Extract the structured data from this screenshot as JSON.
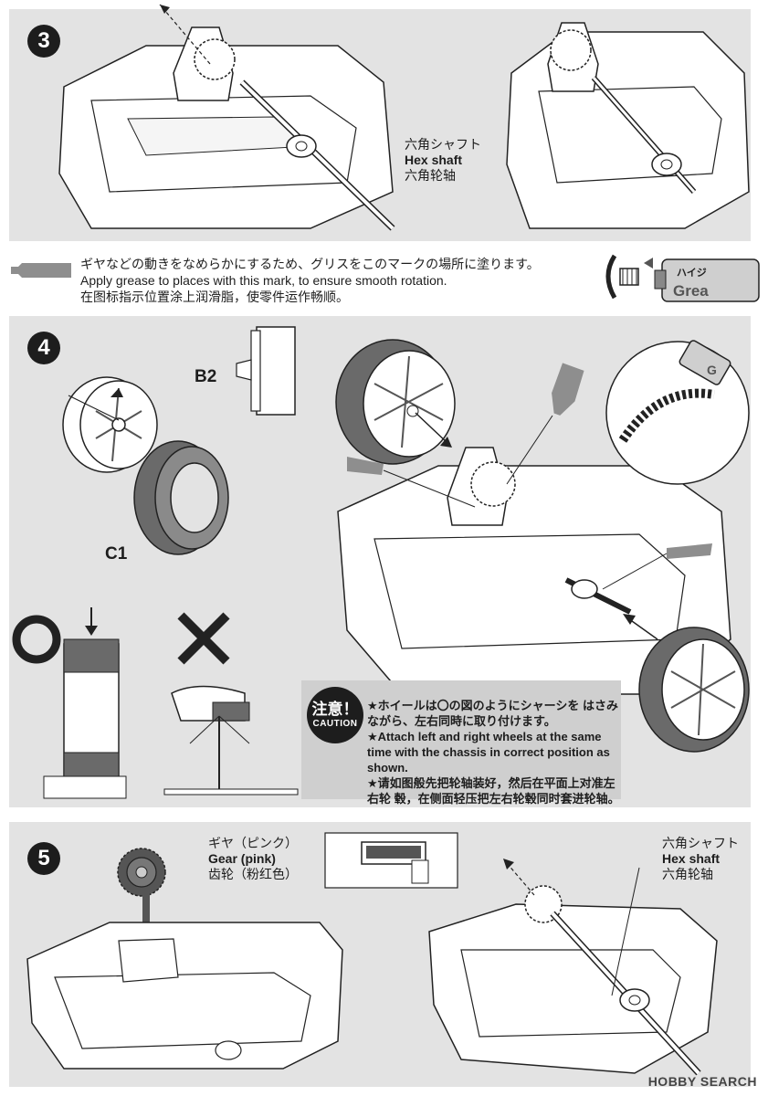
{
  "steps": [
    {
      "number": "3"
    },
    {
      "number": "4"
    },
    {
      "number": "5"
    }
  ],
  "step3": {
    "shaft_label_ja": "六角シャフト",
    "shaft_label_en": "Hex shaft",
    "shaft_label_zh": "六角轮轴"
  },
  "grease": {
    "text_ja": "ギヤなどの動きをなめらかにするため、グリスをこのマークの場所に塗ります。",
    "text_en": "Apply grease to places with this mark, to ensure smooth rotation.",
    "text_zh": "在图标指示位置涂上润滑脂，使零件运作畅顺。",
    "tube_label_ja": "ハイジ",
    "tube_label_en": "Grea"
  },
  "step4": {
    "part_b2": "B2",
    "part_c1": "C1",
    "grease_tube_mark": "G",
    "caution_ja": "注意！",
    "caution_en": "CAUTION",
    "caution_text_ja": "★ホイールは〇の図のようにシャーシを はさみながら、左右同時に取り付けます。",
    "caution_text_en": "★Attach left and right wheels at the same time with the chassis in correct position as shown.",
    "caution_text_zh": "★请如图般先把轮轴装好，然后在平面上对准左右轮 毂，在侧面轻压把左右轮毂同时套进轮轴。"
  },
  "step5": {
    "gear_label_ja": "ギヤ（ピンク）",
    "gear_label_en": "Gear (pink)",
    "gear_label_zh": "齿轮（粉红色）",
    "shaft_label_ja": "六角シャフト",
    "shaft_label_en": "Hex shaft",
    "shaft_label_zh": "六角轮轴"
  },
  "watermark": "HOBBY SEARCH",
  "colors": {
    "panel": "#e3e3e3",
    "ink": "#1d1d1d",
    "grease": "#8e8e8e"
  }
}
